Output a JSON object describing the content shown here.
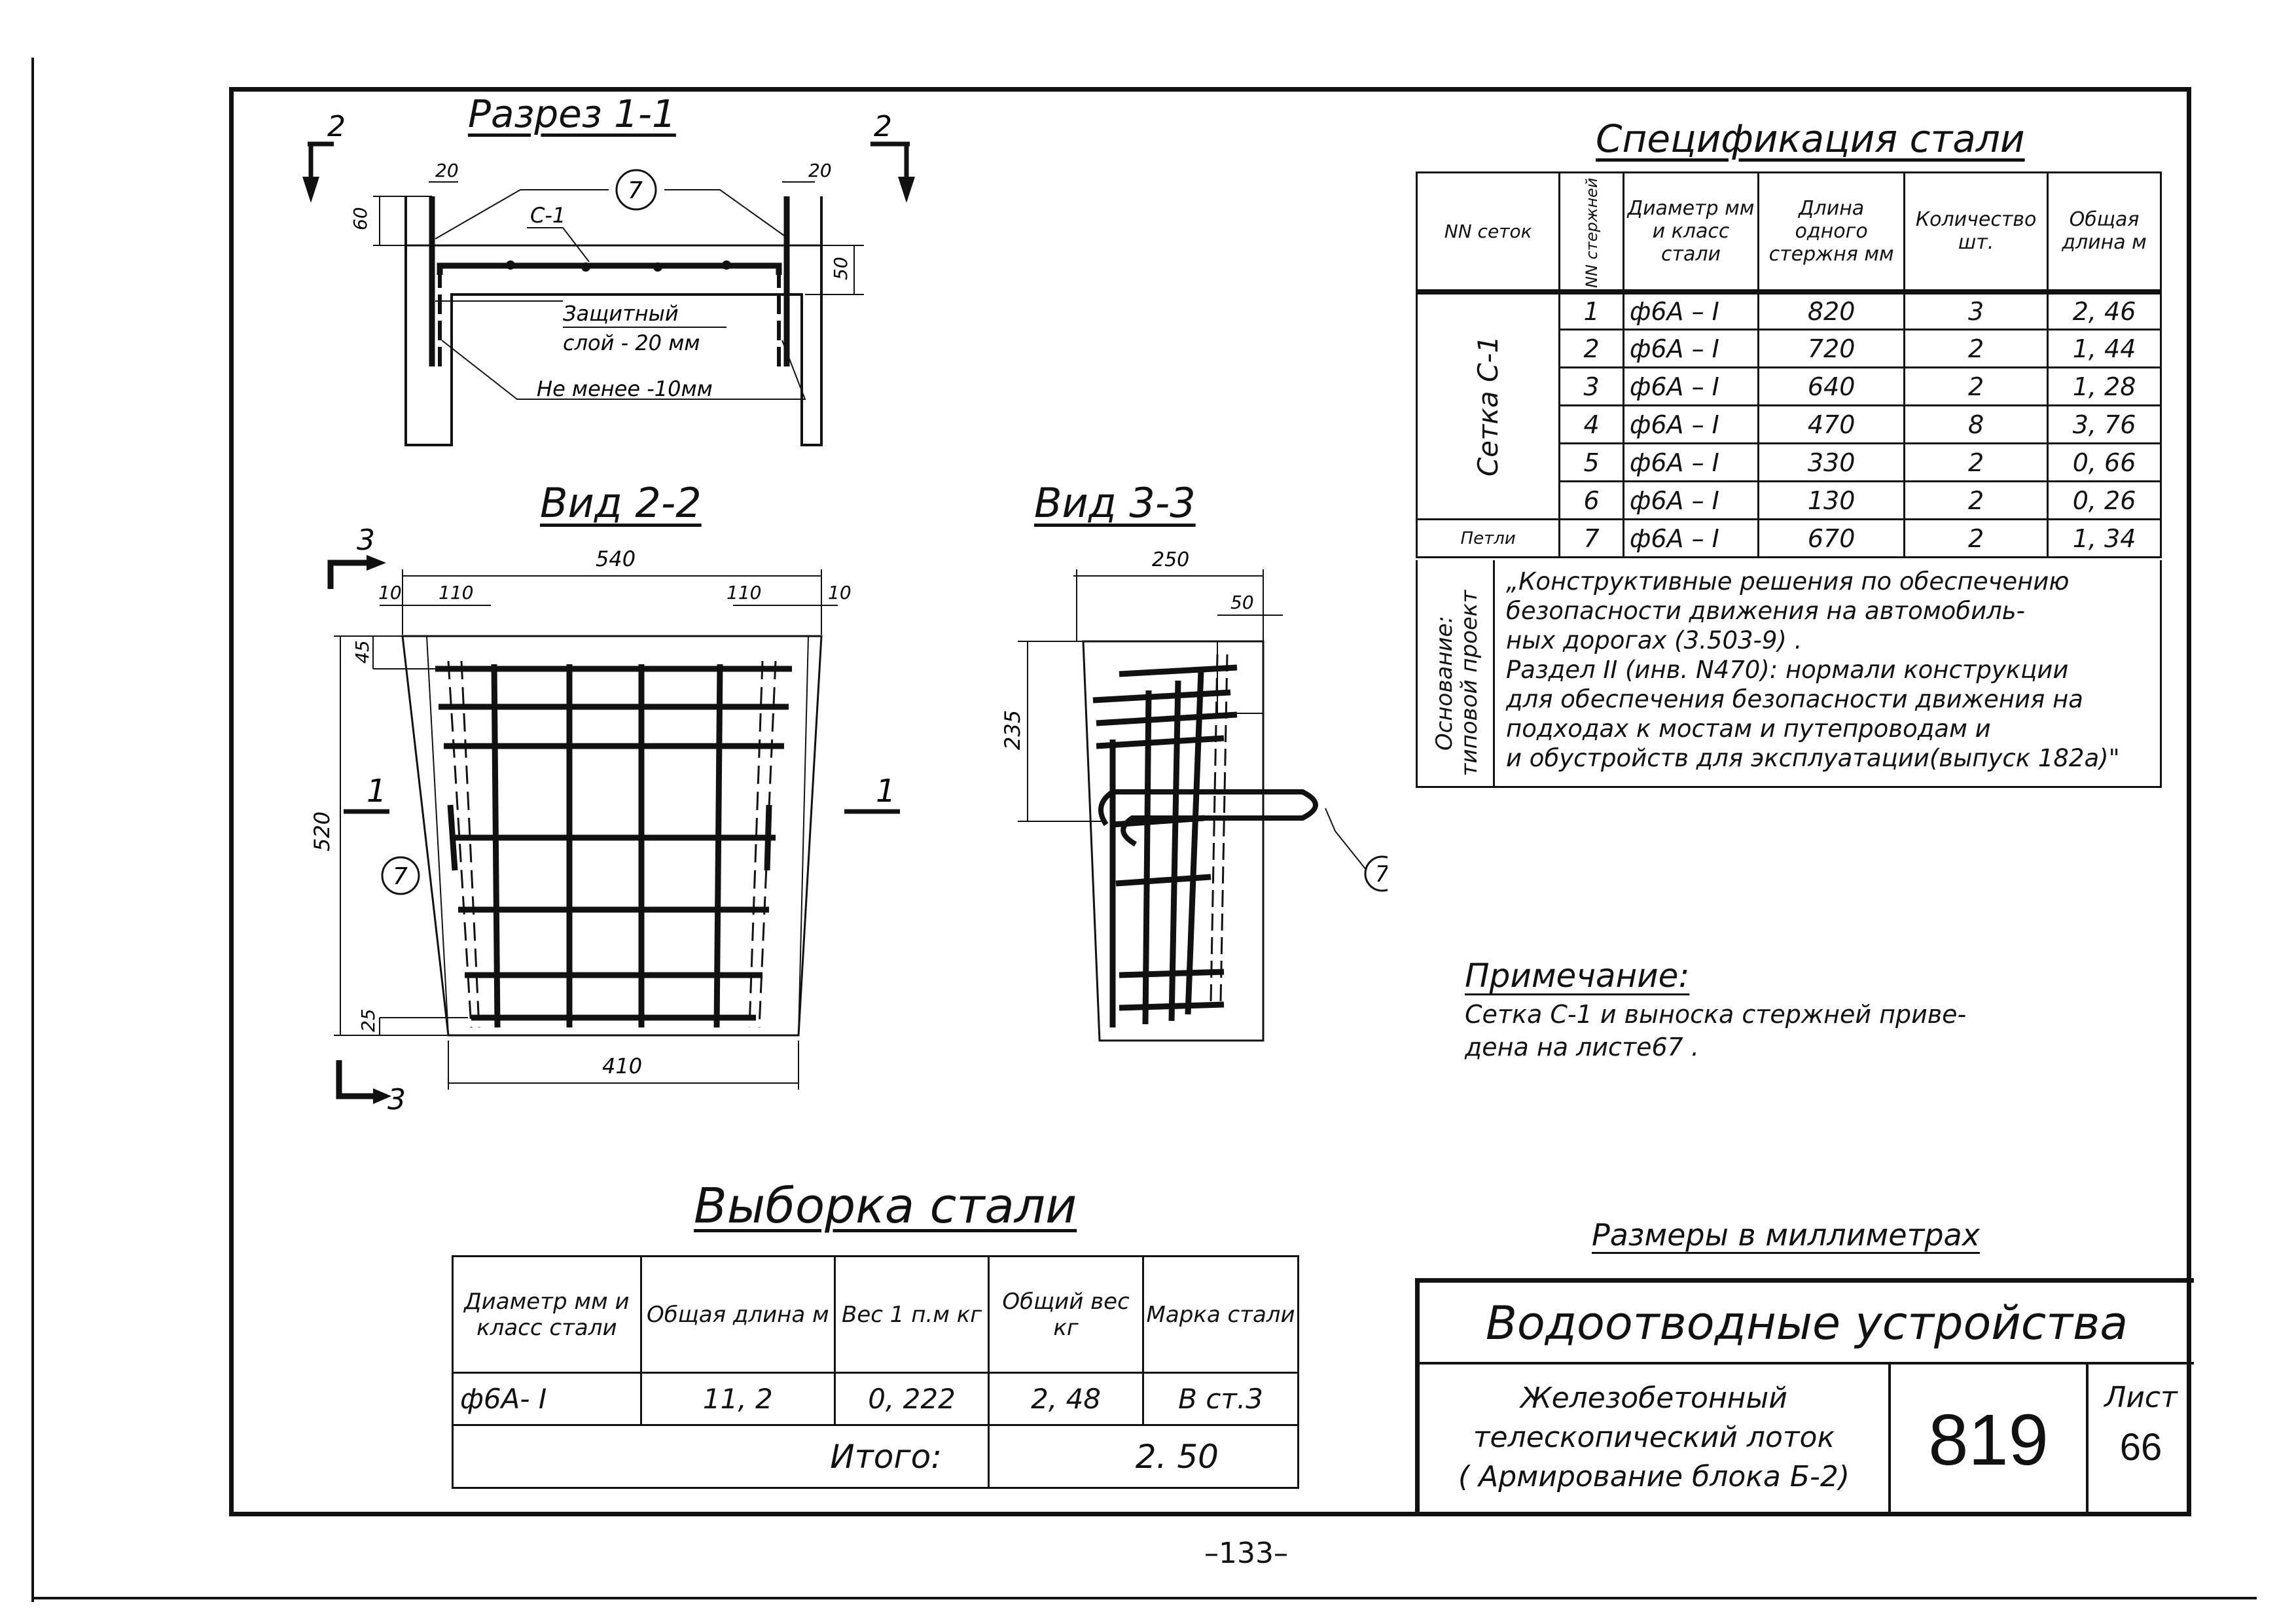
{
  "section_1_1": {
    "title": "Разрез 1-1",
    "cut_mark": "2",
    "dim_20": "20",
    "dim_60": "60",
    "dim_50": "50",
    "mesh_label": "С-1",
    "callout": "7",
    "note_cover_1": "Защитный",
    "note_cover_2": "слой - 20 мм",
    "note_min": "Не менее -10мм"
  },
  "view_2_2": {
    "title": "Вид 2-2",
    "cut_mark": "3",
    "section_mark": "1",
    "callout": "7",
    "dim_top": "540",
    "dim_10": "10",
    "dim_110": "110",
    "dim_45": "45",
    "dim_520": "520",
    "dim_25": "25",
    "dim_bottom": "410"
  },
  "view_3_3": {
    "title": "Вид 3-3",
    "callout": "7",
    "dim_250": "250",
    "dim_50": "50",
    "dim_235": "235"
  },
  "spec": {
    "title": "Спецификация стали",
    "headers": {
      "mesh_no": "NN сеток",
      "bar_no": "NN стержней",
      "diameter": "Диаметр мм и класс стали",
      "length": "Длина одного стержня мм",
      "qty": "Количество шт.",
      "total": "Общая длина м"
    },
    "group_mesh": "Сетка С-1",
    "group_loops": "Петли",
    "rows": [
      {
        "no": "1",
        "diam": "ф6А – I",
        "len": "820",
        "qty": "3",
        "total": "2, 46"
      },
      {
        "no": "2",
        "diam": "ф6А – I",
        "len": "720",
        "qty": "2",
        "total": "1, 44"
      },
      {
        "no": "3",
        "diam": "ф6А – I",
        "len": "640",
        "qty": "2",
        "total": "1, 28"
      },
      {
        "no": "4",
        "diam": "ф6А – I",
        "len": "470",
        "qty": "8",
        "total": "3, 76"
      },
      {
        "no": "5",
        "diam": "ф6А – I",
        "len": "330",
        "qty": "2",
        "total": "0, 66"
      },
      {
        "no": "6",
        "diam": "ф6А – I",
        "len": "130",
        "qty": "2",
        "total": "0, 26"
      },
      {
        "no": "7",
        "diam": "ф6А – I",
        "len": "670",
        "qty": "2",
        "total": "1, 34"
      }
    ],
    "basis_label": "Основание: типовой проект",
    "basis_lines": [
      "„Конструктивные решения по обеспечению",
      "безопасности движения на автомобиль-",
      "ных дорогах (3.503-9) .",
      "Раздел II (инв. N470): нормали конструкции",
      "для обеспечения безопасности движения на",
      "подходах к мостам и путепроводам и",
      "и обустройств для эксплуатации(выпуск 182а)\""
    ]
  },
  "note": {
    "title": "Примечание:",
    "line1": "Сетка С-1 и выноска стержней приве-",
    "line2": "дена на листе67 ."
  },
  "selection": {
    "title": "Выборка стали",
    "headers": [
      "Диаметр мм и класс стали",
      "Общая длина м",
      "Вес 1 п.м кг",
      "Общий вес кг",
      "Марка стали"
    ],
    "row": [
      "ф6А- I",
      "11, 2",
      "0, 222",
      "2, 48",
      "В ст.3"
    ],
    "total_label": "Итого:",
    "total_value": "2. 50"
  },
  "dims_note": "Размеры в миллиметрах",
  "title_block": {
    "main_title": "Водоотводные устройства",
    "desc_line1": "Железобетонный",
    "desc_line2": "телескопический лоток",
    "desc_line3": "( Армирование блока Б-2)",
    "album": "819",
    "sheet_label": "Лист",
    "sheet_no": "66"
  },
  "page_number": "–133–"
}
